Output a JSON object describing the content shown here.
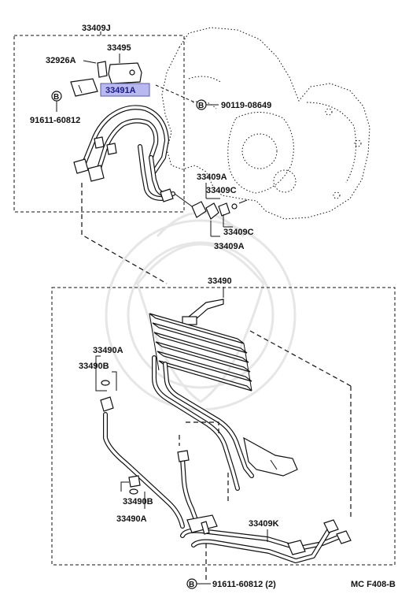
{
  "diagram": {
    "labels": {
      "p33409J": "33409J",
      "p33495": "33495",
      "p32926A": "32926A",
      "p33491A": "33491A",
      "p91611_top": "91611-60812",
      "p90119": "90119-08649",
      "p33409A_1": "33409A",
      "p33409C_1": "33409C",
      "p33409C_2": "33409C",
      "p33409A_2": "33409A",
      "p33490": "33490",
      "p33490A_1": "33490A",
      "p33490B_1": "33490B",
      "p33490B_2": "33490B",
      "p33490A_2": "33490A",
      "p33409K": "33409K",
      "p91611_bottom": "91611-60812 (2)",
      "diagram_code": "MC F408-B"
    },
    "bolt_symbol": "B",
    "highlight_color": "#b9b9f0"
  }
}
